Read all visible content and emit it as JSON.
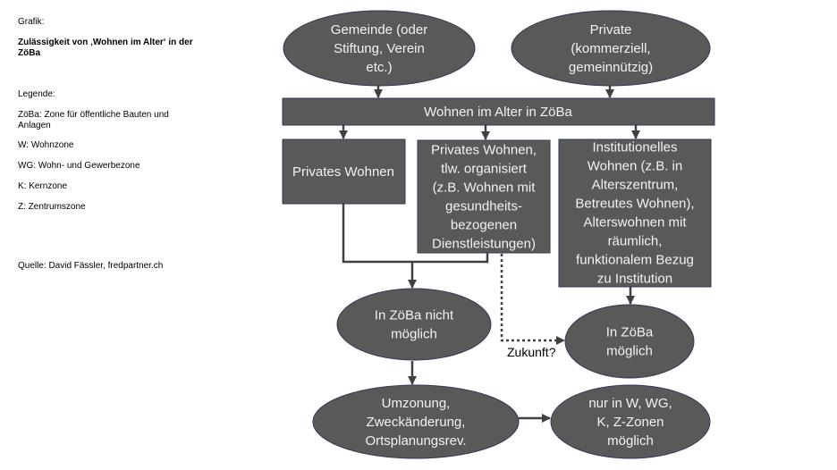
{
  "sidebar": {
    "title_label": "Grafik:",
    "title": "Zulässigkeit von ‚Wohnen im Alter‘ in der ZöBa",
    "legend_label": "Legende:",
    "legend": [
      "ZöBa: Zone für öffentliche Bauten und Anlagen",
      "W: Wohnzone",
      "WG: Wohn- und Gewerbezone",
      "K: Kernzone",
      "Z: Zentrumszone"
    ],
    "source": "Quelle: David Fässler, fredpartner.ch"
  },
  "colors": {
    "node_fill": "#595959",
    "node_stroke": "#2f3b52",
    "node_text": "#f2f2f2",
    "connector": "#404040"
  },
  "diagram": {
    "nodes": {
      "gemeinde": [
        "Gemeinde (oder",
        "Stiftung, Verein",
        "etc.)"
      ],
      "private": [
        "Private",
        "(kommerziell,",
        "gemeinnützig)"
      ],
      "wohnen_alter": [
        "Wohnen im Alter in ZöBa"
      ],
      "privates_wohnen": [
        "Privates Wohnen"
      ],
      "teil_organisiert": [
        "Privates Wohnen,",
        "tlw. organisiert",
        "(z.B. Wohnen mit",
        "gesundheits-",
        "bezogenen",
        "Dienstleistungen)"
      ],
      "institutionell": [
        "Institutionelles",
        "Wohnen (z.B. in",
        "Alterszentrum,",
        "Betreutes Wohnen),",
        "Alterswohnen mit",
        "räumlich,",
        "funktionalem Bezug",
        "zu Institution"
      ],
      "nicht_moeglich": [
        "In ZöBa nicht",
        "möglich"
      ],
      "moeglich": [
        "In ZöBa",
        "möglich"
      ],
      "umzonung": [
        "Umzonung,",
        "Zweckänderung,",
        "Ortsplanungsrev."
      ],
      "nur_zonen": [
        "nur in W, WG,",
        "K, Z-Zonen",
        "möglich"
      ]
    },
    "future_label": "Zukunft?"
  }
}
